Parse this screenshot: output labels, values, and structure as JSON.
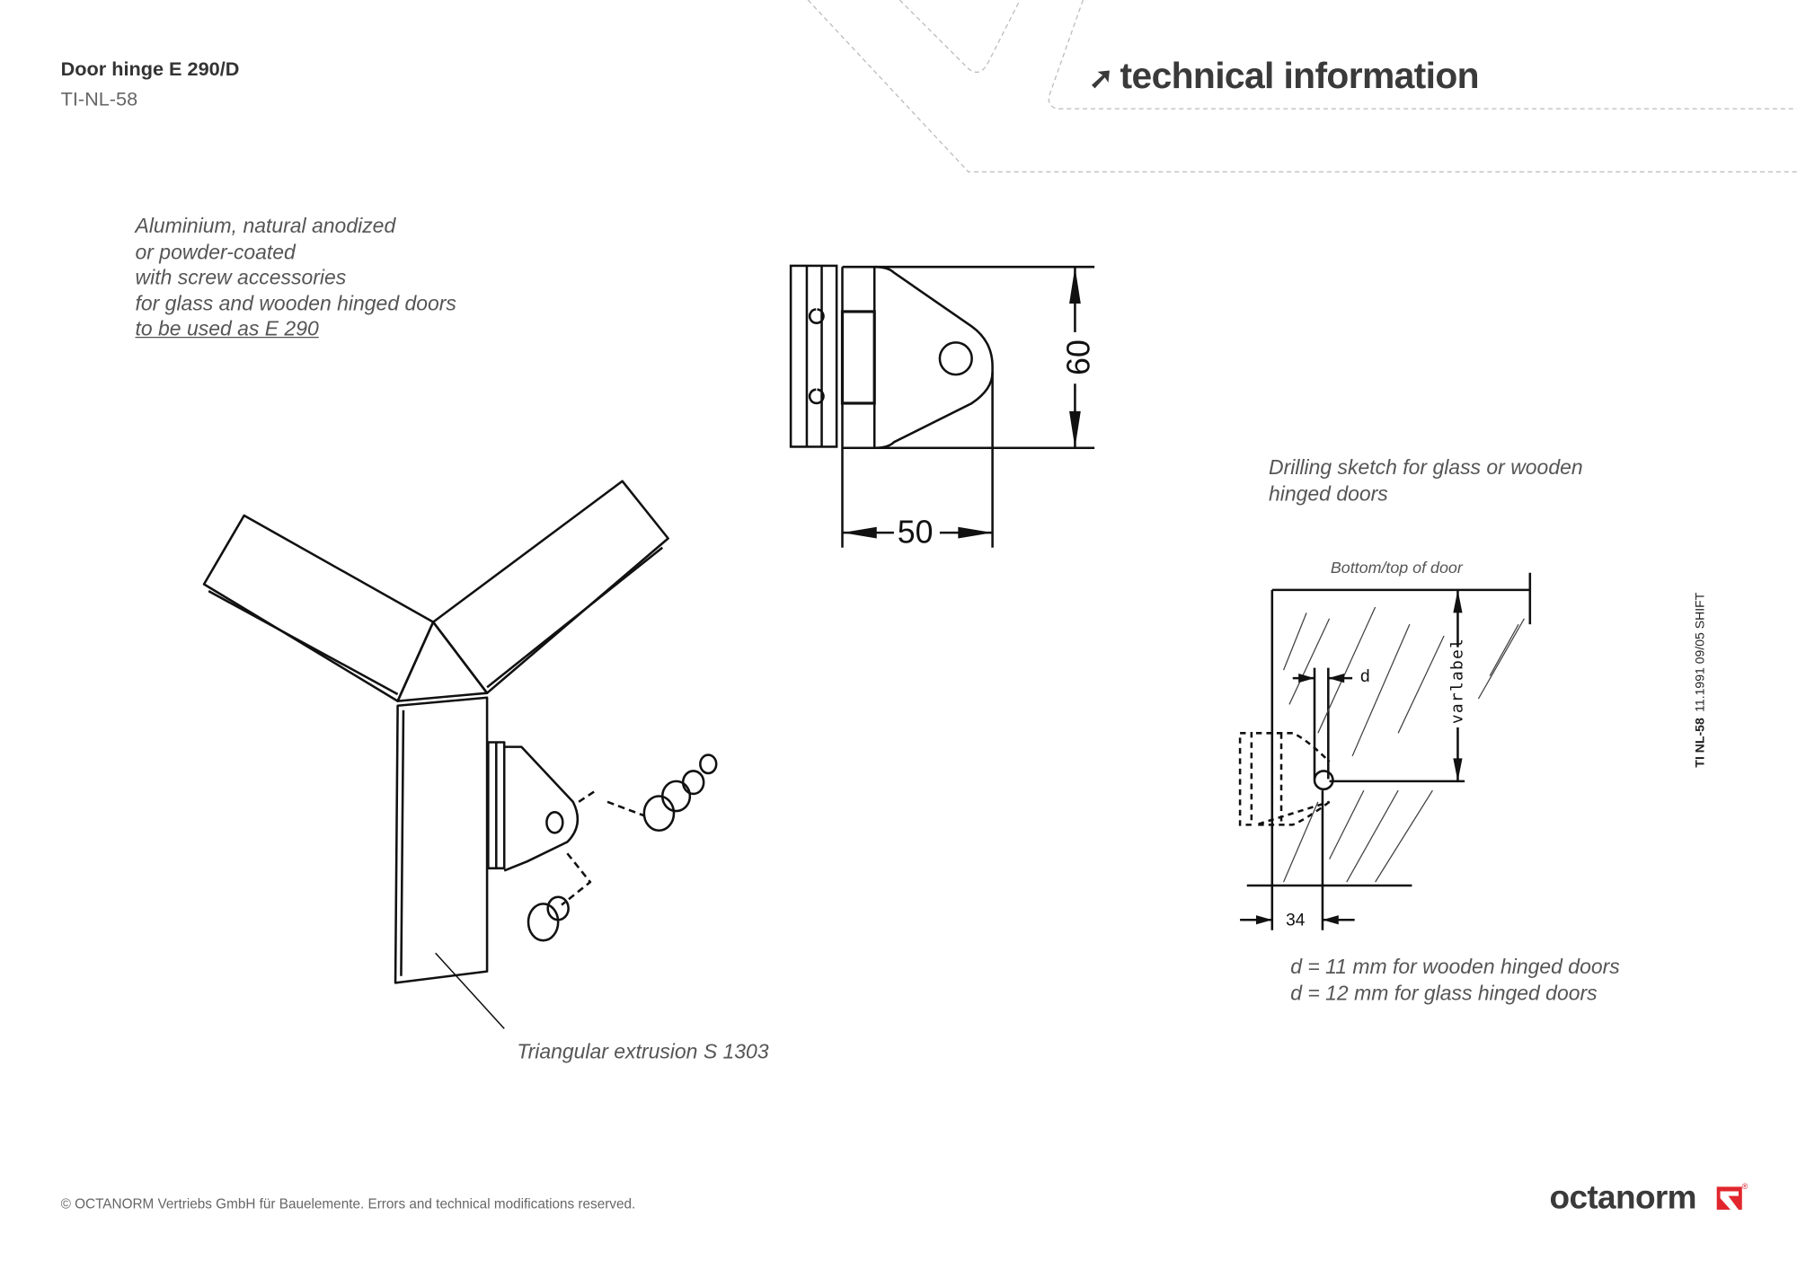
{
  "header": {
    "title": "Door hinge E 290/D",
    "doc_code": "TI-NL-58",
    "section_icon": "arrow-up-right-icon",
    "section_title": "technical information"
  },
  "description": {
    "lines": [
      "Aluminium, natural anodized",
      "or powder-coated",
      "with screw accessories",
      "for glass and wooden hinged doors",
      "to be used as E 290"
    ]
  },
  "drawing_top": {
    "dim_height": "60",
    "dim_width": "50"
  },
  "drawing_iso": {
    "label": "Triangular extrusion S 1303"
  },
  "drilling": {
    "caption_line1": "Drilling sketch for glass or wooden",
    "caption_line2": "hinged doors",
    "edge_label": "Bottom/top of door",
    "dim_variable": "varlabel",
    "dim_d": "d",
    "dim_34": "34",
    "notes": [
      "d = 11 mm for wooden hinged doors",
      "d = 12 mm for glass hinged doors"
    ]
  },
  "side_stamp": {
    "code": "TI NL-58",
    "info": "11.1991 09/05 SHIFT"
  },
  "footer": {
    "copyright": "© OCTANORM Vertriebs GmbH für Bauelemente. Errors and technical modifications reserved."
  },
  "logo": {
    "text": "octanorm",
    "mark": "®",
    "accent": "#e1262d"
  }
}
